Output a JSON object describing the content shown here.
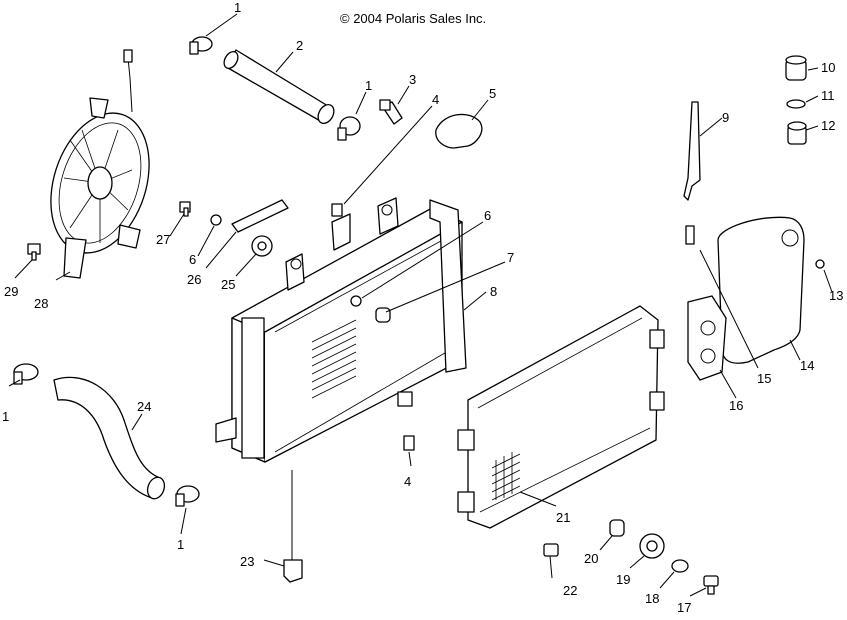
{
  "copyright": "© 2004 Polaris Sales Inc.",
  "callouts": {
    "c1a": "1",
    "c1b": "1",
    "c1c": "1",
    "c1d": "1",
    "c2": "2",
    "c3": "3",
    "c4a": "4",
    "c4b": "4",
    "c5": "5",
    "c6a": "6",
    "c6b": "6",
    "c7": "7",
    "c8": "8",
    "c9": "9",
    "c10": "10",
    "c11": "11",
    "c12": "12",
    "c13": "13",
    "c14": "14",
    "c15": "15",
    "c16": "16",
    "c17": "17",
    "c18": "18",
    "c19": "19",
    "c20": "20",
    "c21": "21",
    "c22": "22",
    "c23": "23",
    "c24": "24",
    "c25": "25",
    "c26": "26",
    "c27": "27",
    "c28": "28",
    "c29": "29"
  }
}
